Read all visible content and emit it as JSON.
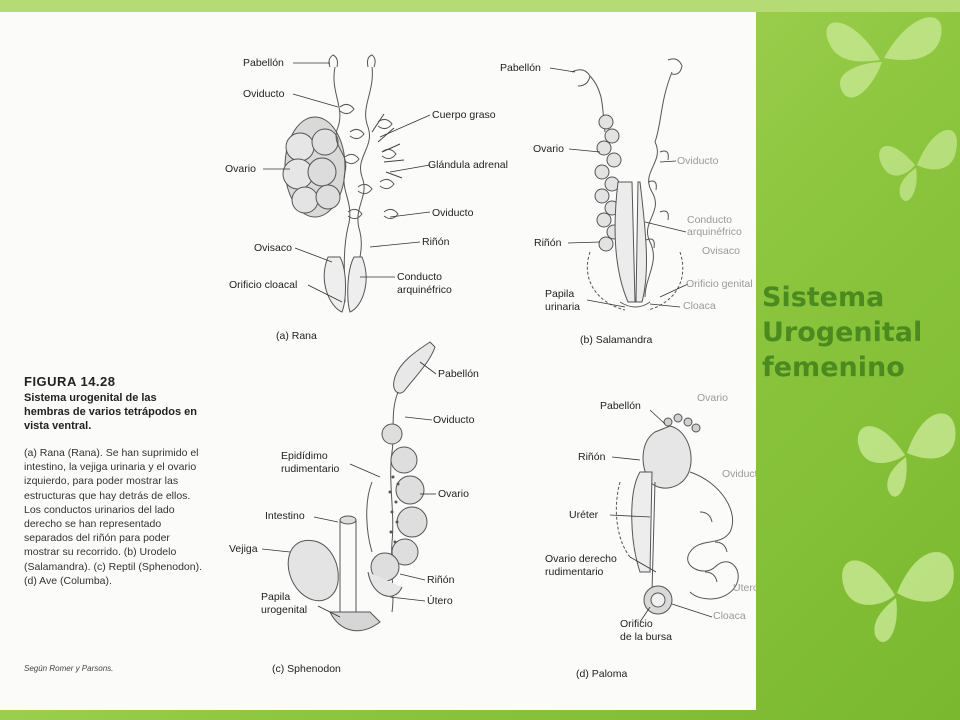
{
  "slide": {
    "title_lines": [
      "Sistema",
      "Urogenital",
      "femenino"
    ],
    "colors": {
      "background": "#8dc63f",
      "title": "#4a8a1e",
      "image_bg": "#fbfbfa"
    }
  },
  "figure": {
    "heading": "FIGURA 14.28",
    "subtitle": "Sistema urogenital de las hembras de varios tetrápodos en vista ventral.",
    "caption": "(a) Rana (Rana). Se han suprimido el intestino, la vejiga urinaria y el ovario izquierdo, para poder mostrar las estructuras que hay detrás de ellos. Los conductos urinarios del lado derecho se han representado separados del riñón para poder mostrar su recorrido. (b) Urodelo (Salamandra). (c) Reptil (Sphenodon). (d) Ave (Columba).",
    "credit": "Según Romer y Parsons.",
    "panels": {
      "a": {
        "caption": "(a) Rana",
        "labels": {
          "pabellon": "Pabellón",
          "oviducto_left": "Oviducto",
          "ovario": "Ovario",
          "ovisaco": "Ovisaco",
          "orificio_cloacal": "Orificio cloacal",
          "cuerpo_graso": "Cuerpo graso",
          "glandula_adrenal": "Glándula adrenal",
          "oviducto_right": "Oviducto",
          "rinon": "Riñón",
          "conducto_1": "Conducto",
          "conducto_2": "arquinéfrico"
        }
      },
      "b": {
        "caption": "(b) Salamandra",
        "labels": {
          "pabellon": "Pabellón",
          "ovario": "Ovario",
          "rinon": "Riñón",
          "papila_1": "Papila",
          "papila_2": "urinaria",
          "oviducto": "Oviducto",
          "conducto_1": "Conducto",
          "conducto_2": "arquinéfrico",
          "ovisaco": "Ovisaco",
          "orificio": "Orificio genital",
          "cloaca": "Cloaca"
        }
      },
      "c": {
        "caption": "(c) Sphenodon",
        "labels": {
          "pabellon": "Pabellón",
          "oviducto": "Oviducto",
          "epididimo_1": "Epidídimo",
          "epididimo_2": "rudimentario",
          "ovario": "Ovario",
          "intestino": "Intestino",
          "vejiga": "Vejiga",
          "rinon": "Riñón",
          "utero": "Útero",
          "papila_1": "Papila",
          "papila_2": "urogenital"
        }
      },
      "d": {
        "caption": "(d) Paloma",
        "labels": {
          "ovario": "Ovario",
          "pabellon": "Pabellón",
          "rinon": "Riñón",
          "oviducto": "Oviducto",
          "ureter": "Uréter",
          "ovario_der_1": "Ovario derecho",
          "ovario_der_2": "rudimentario",
          "utero": "Útero",
          "orificio_1": "Orificio",
          "orificio_2": "de la bursa",
          "cloaca": "Cloaca"
        }
      }
    }
  }
}
